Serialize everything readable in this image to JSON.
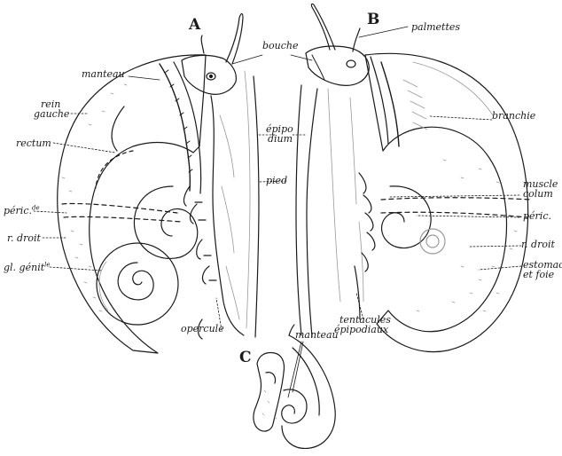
{
  "figure": {
    "panels": {
      "a": "A",
      "b": "B",
      "c": "C"
    },
    "labels_a": {
      "manteau": "manteau",
      "rein": "rein",
      "gauche": "gauche",
      "rectum": "rectum",
      "peric_base": "péric.",
      "peric_sup": "de",
      "r_droit": "r. droit",
      "gl_genit_base": "gl. génit",
      "gl_genit_sup": "le",
      "opercule": "opercule"
    },
    "labels_center": {
      "bouche": "bouche",
      "epipodium_1": "épipo",
      "epipodium_2": "dium",
      "pied": "pied",
      "tentacules": "tentacules",
      "epipodiaux": "épipodiaux"
    },
    "labels_b": {
      "palmettes": "palmettes",
      "branchie": "branchie",
      "muscle": "muscle",
      "colum": "colum",
      "peric": "péric.",
      "r_droit": "r. droit",
      "estomac": "estomac",
      "et_foie": "et foie"
    },
    "labels_c": {
      "manteau": "manteau"
    },
    "ink_color": "#1a1a1a",
    "shade_color": "#9a9a9a"
  }
}
